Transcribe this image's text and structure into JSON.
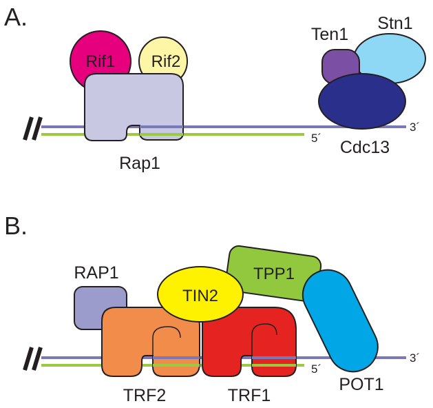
{
  "panel_a": {
    "label": "A.",
    "proteins": {
      "rif1": "Rif1",
      "rif2": "Rif2",
      "rap1": "Rap1",
      "ten1": "Ten1",
      "stn1": "Stn1",
      "cdc13": "Cdc13"
    },
    "strand_ends": {
      "three_prime": "3´",
      "five_prime": "5´"
    }
  },
  "panel_b": {
    "label": "B.",
    "proteins": {
      "rap1": "RAP1",
      "tin2": "TIN2",
      "tpp1": "TPP1",
      "trf2": "TRF2",
      "trf1": "TRF1",
      "pot1": "POT1"
    },
    "strand_ends": {
      "three_prime": "3´",
      "five_prime": "5´"
    }
  },
  "colors": {
    "strand_top": "#7b78b8",
    "strand_bottom": "#9bc93f",
    "rif1": "#e6007e",
    "rif2": "#fdf6a6",
    "rap1_yeast": "#c9c8e2",
    "ten1": "#7b4fa3",
    "stn1": "#8fd8f5",
    "cdc13": "#2b2f8c",
    "rap1_human": "#9b9ccc",
    "trf2": "#f28c4a",
    "trf1": "#e52421",
    "tin2": "#fff200",
    "tpp1": "#92c83e",
    "pot1": "#00a6e6"
  }
}
